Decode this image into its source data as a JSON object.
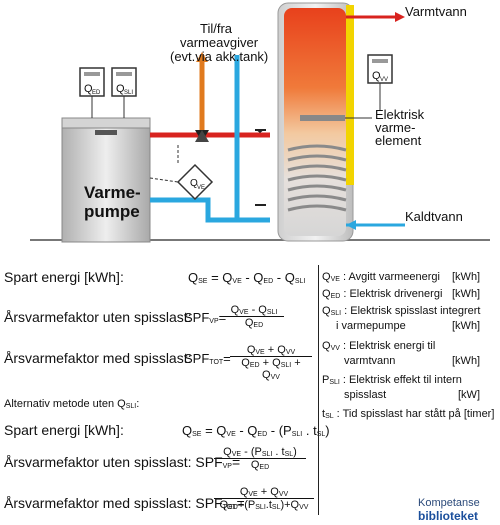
{
  "diagram": {
    "label_til_fra": "Til/fra",
    "label_varmeavgiver": "varmeavgiver",
    "label_evt": "(evt.via akk.tank)",
    "label_varmtvann": "Varmtvann",
    "label_kaldtvann": "Kaldtvann",
    "label_elektrisk": "Elektrisk",
    "label_varme_dash": "varme-",
    "label_element": "element",
    "label_varme_line1": "Varme-",
    "label_varme_line2": "pumpe",
    "meter_qed": "Q",
    "meter_qed_sub": "ED",
    "meter_qsli": "Q",
    "meter_qsli_sub": "SLI",
    "meter_qvv": "Q",
    "meter_qvv_sub": "VV",
    "meter_qve": "Q",
    "meter_qve_sub": "VE"
  },
  "formulas": {
    "spart_label": "Spart energi [kWh]:",
    "spart_formula_lhs": "Q",
    "spart_formula_lhs_sub": "SE",
    "spart_formula_rhs": "= Q",
    "spart_formula_ve": "VE",
    "spart_formula_minus_q": " - Q",
    "spart_formula_ed": "ED",
    "spart_formula_minus_q2": " - Q",
    "spart_formula_sli": "SLI",
    "arsvarme_uten_label": "Årsvarmefaktor uten spisslast:",
    "spf_vp": "SPF",
    "spf_vp_sub": "VP",
    "arsvarme_med_label": "Årsvarmefaktor med spisslast:",
    "spf_tot": "SPF",
    "spf_tot_sub": "TOT",
    "alternativ_label": "Alternativ metode uten Q",
    "alternativ_sub": "SLI",
    "alternativ_colon": ":",
    "spart2_label": "Spart energi [kWh]:",
    "arsvarme_uten2_label": "Årsvarmefaktor uten spisslast:",
    "arsvarme_med2_label": "Årsvarmefaktor med spisslast:"
  },
  "legend": {
    "qve_sym": "Q",
    "qve_sub": "VE",
    "qve_text": ":  Avgitt varmeenergi",
    "qve_unit": "[kWh]",
    "qed_sym": "Q",
    "qed_sub": "ED",
    "qed_text": ":  Elektrisk drivenergi",
    "qed_unit": "[kWh]",
    "qsli_sym": "Q",
    "qsli_sub": "SLI",
    "qsli_text": ": Elektrisk spisslast integrert",
    "qsli_text2": "i varmepumpe",
    "qsli_unit": "[kWh]",
    "qvv_sym": "Q",
    "qvv_sub": "VV",
    "qvv_text": ":  Elektrisk energi til",
    "qvv_text2": "varmtvann",
    "qvv_unit": "[kWh]",
    "psli_sym": "P",
    "psli_sub": "SLI",
    "psli_text": ":  Elektrisk effekt til intern",
    "psli_text2": "spisslast",
    "psli_unit": "[kW]",
    "tsli_sym": "t",
    "tsli_sub": "SL",
    "tsli_text": ":   Tid spisslast har stått på [timer]"
  },
  "logo": {
    "line1": "Kompetanse",
    "line2": "biblioteket"
  },
  "colors": {
    "hot": "#d8231f",
    "warm": "#e07a1e",
    "cold": "#2aa7df",
    "tank_top": "#e8411c",
    "tank_mid": "#f0b26a",
    "tank_bottom": "#dcdcdc",
    "unit_body": "#c8c8c8"
  }
}
